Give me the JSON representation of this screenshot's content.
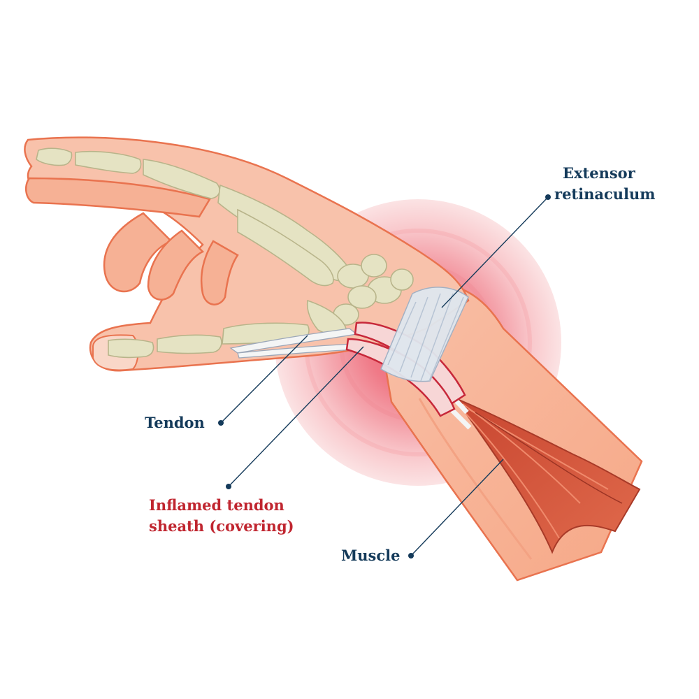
{
  "labels": {
    "extensor_line1": "Extensor",
    "extensor_line2": "retinaculum",
    "tendon": "Tendon",
    "inflamed_line1": "Inflamed tendon",
    "inflamed_line2": "sheath (covering)",
    "muscle": "Muscle"
  },
  "colors": {
    "label_text": "#143a5a",
    "highlight_text": "#c0252f",
    "skin": "#f8b59a",
    "skin_outline": "#e9734f",
    "bone": "#e5e3c3",
    "inflammation": "#ec5f6f",
    "muscle": "#d95a43"
  }
}
